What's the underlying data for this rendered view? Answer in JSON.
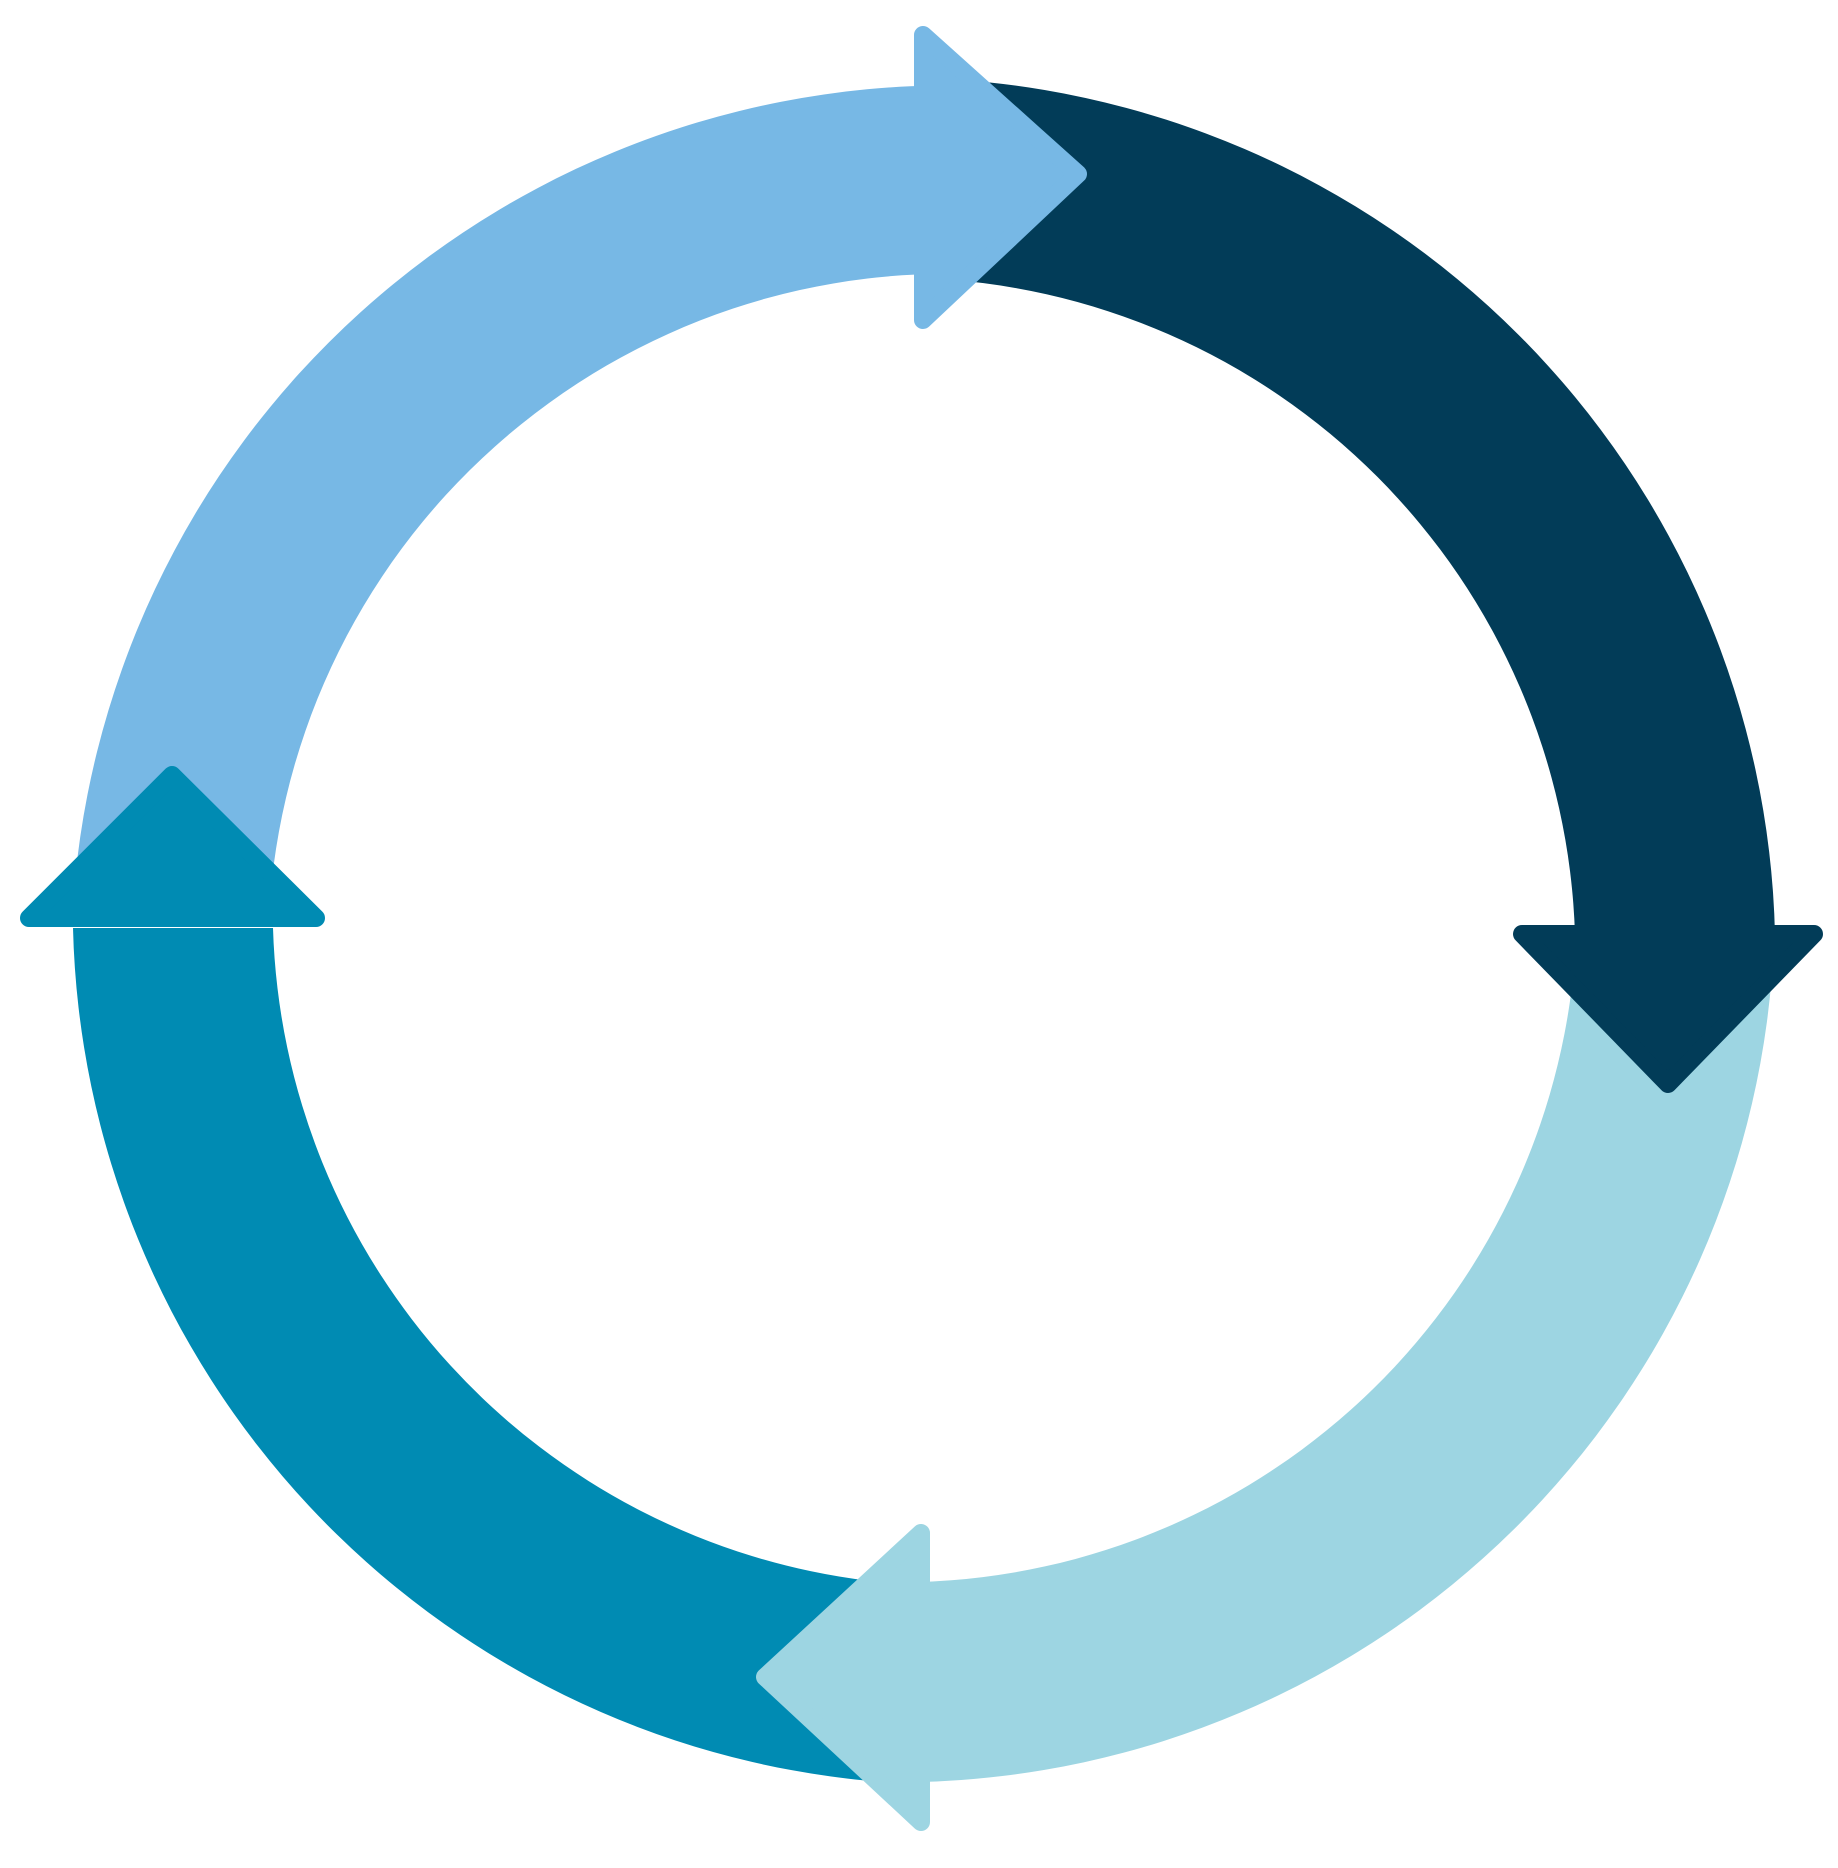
{
  "diagram": {
    "type": "cycle",
    "direction": "clockwise",
    "segments": [
      {
        "id": "top-left",
        "color": "#77B8E5",
        "arrow_direction": "right"
      },
      {
        "id": "top-right",
        "color": "#023C58",
        "arrow_direction": "down"
      },
      {
        "id": "bottom-right",
        "color": "#9DD5E2",
        "arrow_direction": "left"
      },
      {
        "id": "bottom-left",
        "color": "#008BB3",
        "arrow_direction": "up"
      }
    ]
  }
}
